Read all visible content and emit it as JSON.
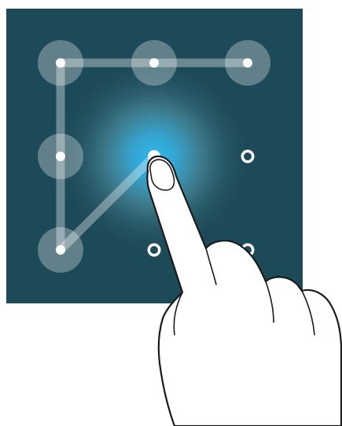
{
  "screen": {
    "background_color": "#1d4a58",
    "glow_color": "#3fb8e8",
    "ring_color": "#ffffff"
  },
  "pattern": {
    "rows": 3,
    "columns": 3,
    "selected_dots": [
      1,
      2,
      3,
      4,
      7
    ],
    "connected_sequence": [
      3,
      2,
      1,
      4,
      7
    ],
    "dragging_toward_dot": 5
  },
  "icons": {
    "hand": "pointing-finger-icon"
  }
}
